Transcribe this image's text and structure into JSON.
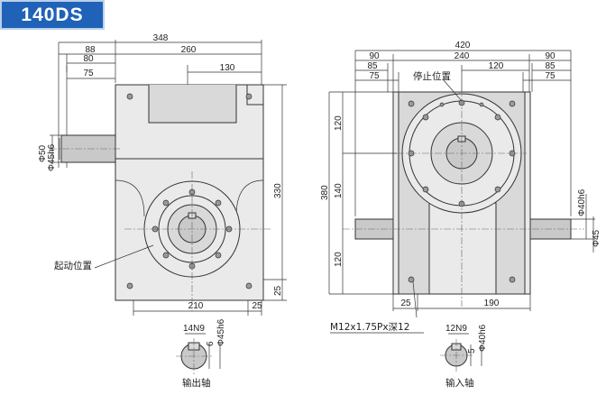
{
  "model": "140DS",
  "labels": {
    "start_position": "起动位置",
    "stop_position": "停止位置",
    "output_shaft": "输出轴",
    "input_shaft": "输入轴",
    "tapped_hole": "M12x1.75Px深12"
  },
  "left_view": {
    "top_dims": [
      "348",
      "88",
      "80",
      "75",
      "260",
      "130"
    ],
    "left_dims": [
      "Φ50",
      "Φ45h6"
    ],
    "right_dims": [
      "330",
      "25"
    ],
    "bottom_dims": [
      "210",
      "25"
    ]
  },
  "right_view": {
    "top_dims": [
      "420",
      "90",
      "85",
      "75",
      "240",
      "120",
      "90",
      "85",
      "75"
    ],
    "left_dims": [
      "380",
      "120",
      "140",
      "120"
    ],
    "right_dims": [
      "Φ40h6",
      "Φ45"
    ],
    "bottom_dims": [
      "25",
      "190"
    ]
  },
  "output_key": {
    "width": "14N9",
    "depth": "6",
    "dia": "Φ45h6"
  },
  "input_key": {
    "width": "12N9",
    "depth": "5",
    "dia": "Φ40h6"
  },
  "colors": {
    "title_bg": "#1f62b8",
    "title_text": "#ffffff",
    "line": "#333333"
  }
}
